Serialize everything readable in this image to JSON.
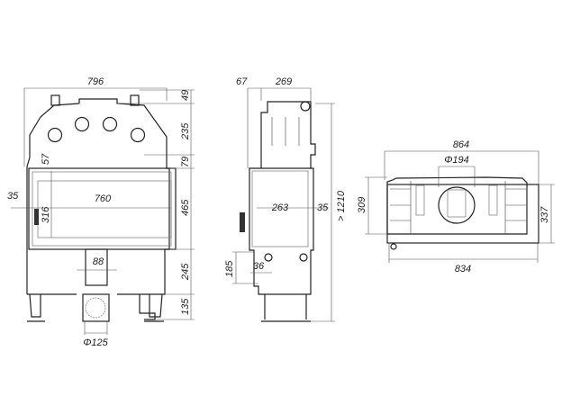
{
  "front_view": {
    "width": "796",
    "glass_width": "760",
    "glass_height": "316",
    "top_offset": "57",
    "left_offset": "35",
    "flue_width": "88",
    "flue_diameter": "Φ125",
    "h_top": "49",
    "h_hood": "235",
    "h_band": "79",
    "h_door": "465",
    "h_base": "245",
    "h_legs": "135"
  },
  "side_view": {
    "offset": "67",
    "depth": "269",
    "inner_depth": "263",
    "side_gap": "35",
    "min_height": "> 1210",
    "air_inlet_height": "185",
    "air_inlet_width": "36"
  },
  "top_view": {
    "outer_width": "864",
    "flue_diameter": "Φ194",
    "depth": "309",
    "outer_depth": "337",
    "base_width": "834"
  }
}
